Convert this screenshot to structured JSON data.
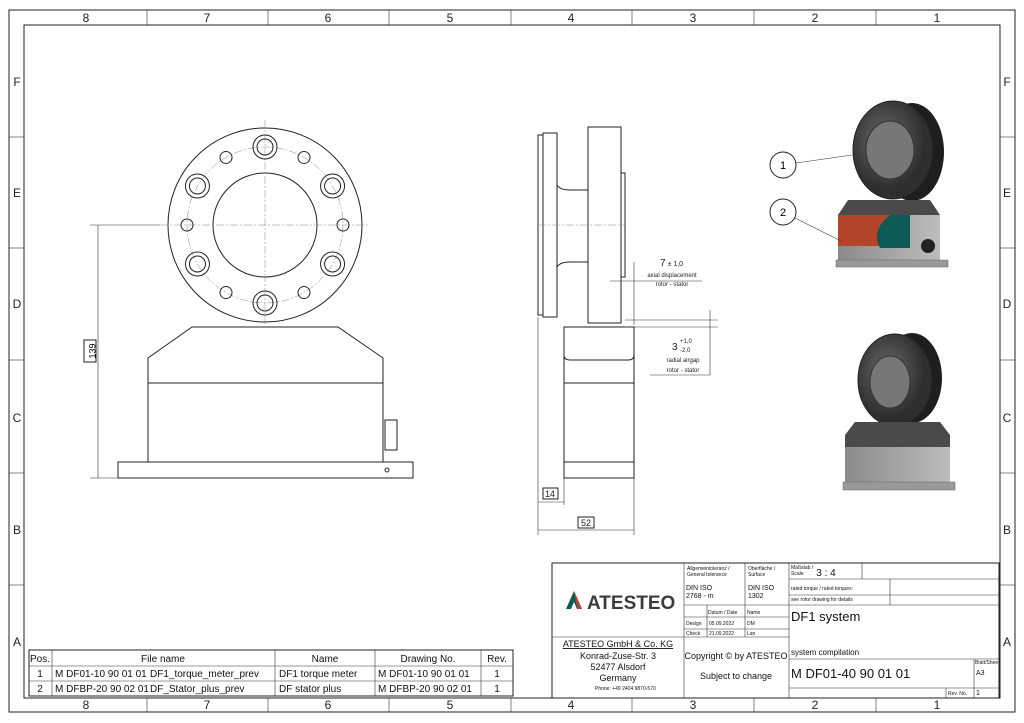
{
  "frame": {
    "columns": [
      "8",
      "7",
      "6",
      "5",
      "4",
      "3",
      "2",
      "1"
    ],
    "rows": [
      "F",
      "E",
      "D",
      "C",
      "B",
      "A"
    ]
  },
  "dimensions": {
    "height": "139",
    "axial_value": "7",
    "axial_tol": "± 1,0",
    "axial_label1": "axial displacement",
    "axial_label2": "rotor - stator",
    "radial_value": "3",
    "radial_tol_plus": "+1,0",
    "radial_tol_minus": "-2,0",
    "radial_label1": "radial airgap",
    "radial_label2": "rotor - stator",
    "offset": "14",
    "width": "52"
  },
  "balloons": [
    "1",
    "2"
  ],
  "colors": {
    "brand_red": "#b5452a",
    "brand_teal": "#0e5a54",
    "body_grey": "#4a4a4a"
  },
  "parts_list": {
    "headers": [
      "Pos.",
      "File name",
      "Name",
      "Drawing No.",
      "Rev."
    ],
    "rows": [
      {
        "pos": "1",
        "number": "M DF01-10 90 01 01",
        "file": "DF1_torque_meter_prev",
        "name": "DF1 torque meter",
        "drawing": "M DF01-10 90 01 01",
        "rev": "1"
      },
      {
        "pos": "2",
        "number": "M DFBP-20 90 02 01",
        "file": "DF_Stator_plus_prev",
        "name": "DF stator plus",
        "drawing": "M DFBP-20 90 02 01",
        "rev": "1"
      }
    ]
  },
  "title_block": {
    "logo": "ATESTEO",
    "tol_label1": "Allgemeintoleranz /",
    "tol_label2": "General tolerance",
    "tol_value1": "DIN ISO",
    "tol_value2": "2768 - m",
    "surf_label1": "Oberfläche /",
    "surf_label2": "Surface",
    "surf_value1": "DIN ISO",
    "surf_value2": "1302",
    "scale_label1": "Maßstab /",
    "scale_label2": "Scale",
    "scale": "3 : 4",
    "note1": "rated torque / rated torques:",
    "note2": "see rotor drawing for details",
    "date_header": "Datum / Date",
    "name_header": "Name",
    "design_label": "Design",
    "design_date": "05.09.2022",
    "design_name": "DM",
    "check_label": "Check",
    "check_date": "21.09.2022",
    "check_name": "Lan",
    "title": "DF1 system",
    "company": "ATESTEO GmbH & Co. KG",
    "street": "Konrad-Zuse-Str. 3",
    "city": "52477 Alsdorf",
    "country": "Germany",
    "phone": "Phone: +49 2404 9870-570",
    "copyright": "Copyright © by ATESTEO",
    "subject": "Subject to change",
    "subtitle": "system compilation",
    "drawing_number": "M DF01-40 90 01 01",
    "sheet_label": "Blatt/Sheet",
    "sheet": "A3",
    "rev_label": "Rev. No.",
    "rev": "1"
  }
}
